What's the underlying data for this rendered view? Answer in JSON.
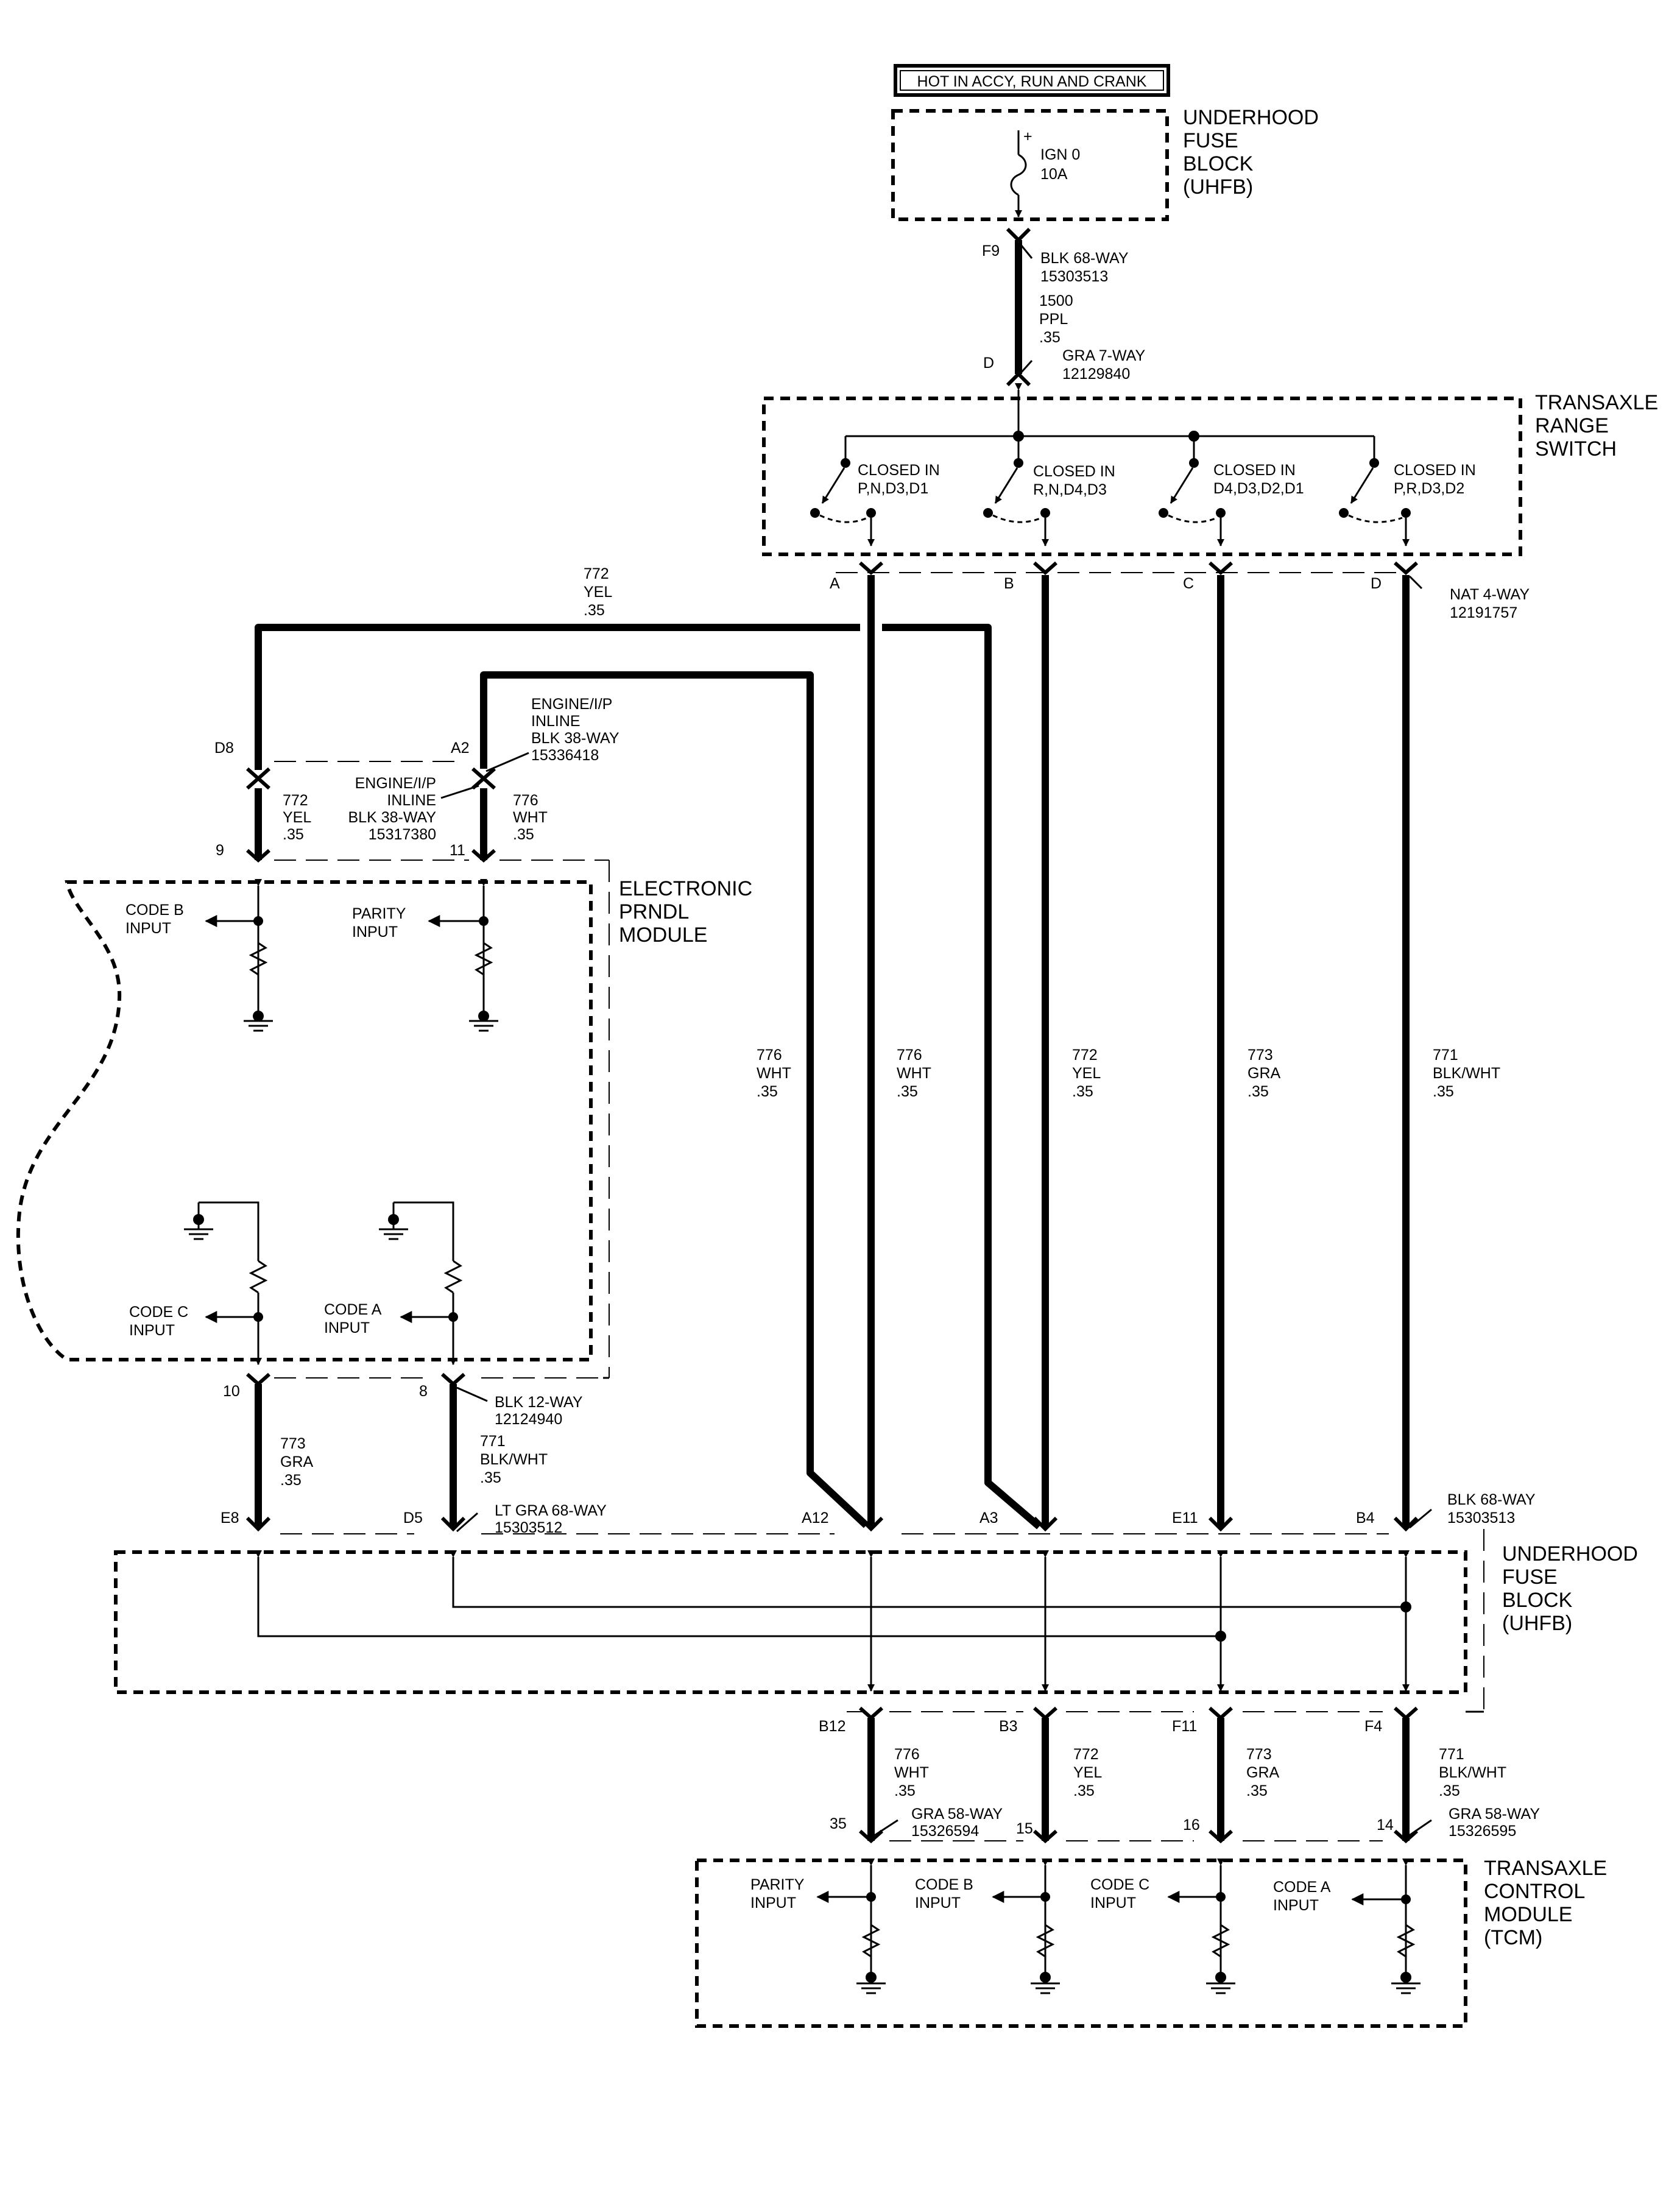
{
  "labels": {
    "hot_banner": "HOT IN ACCY, RUN AND CRANK",
    "uhfb_top": [
      "UNDERHOOD",
      "FUSE",
      "BLOCK",
      "(UHFB)"
    ],
    "fuse_name": "IGN 0",
    "fuse_rating": "10A",
    "fuse_plus": "+",
    "pin_f9": "F9",
    "conn_blk68_a": [
      "BLK 68-WAY",
      "15303513"
    ],
    "wire_1500": [
      "1500",
      "PPL",
      ".35"
    ],
    "pin_d_top": "D",
    "conn_gra7": [
      "GRA 7-WAY",
      "12129840"
    ],
    "trs_title": [
      "TRANSAXLE",
      "RANGE",
      "SWITCH"
    ],
    "sw1": [
      "CLOSED IN",
      "P,N,D3,D1"
    ],
    "sw2": [
      "CLOSED IN",
      "R,N,D4,D3"
    ],
    "sw3": [
      "CLOSED IN",
      "D4,D3,D2,D1"
    ],
    "sw4": [
      "CLOSED IN",
      "P,R,D3,D2"
    ],
    "trs_pin_a": "A",
    "trs_pin_b": "B",
    "trs_pin_c": "C",
    "trs_pin_d": "D",
    "conn_nat4": [
      "NAT 4-WAY",
      "12191757"
    ],
    "wire_772_top": [
      "772",
      "YEL",
      ".35"
    ],
    "pin_d8": "D8",
    "pin_a2": "A2",
    "inline_38_upper": [
      "ENGINE/I/P",
      "INLINE",
      "BLK 38-WAY",
      "15336418"
    ],
    "inline_38_lower": [
      "ENGINE/I/P",
      "INLINE",
      "BLK 38-WAY",
      "15317380"
    ],
    "wire_772_left": [
      "772",
      "YEL",
      ".35"
    ],
    "wire_776_left": [
      "776",
      "WHT",
      ".35"
    ],
    "pin_9": "9",
    "pin_11": "11",
    "prndl_title": [
      "ELECTRONIC",
      "PRNDL",
      "MODULE"
    ],
    "prndl_code_b": [
      "CODE B",
      "INPUT"
    ],
    "prndl_parity": [
      "PARITY",
      "INPUT"
    ],
    "prndl_code_c": [
      "CODE C",
      "INPUT"
    ],
    "prndl_code_a": [
      "CODE A",
      "INPUT"
    ],
    "pin_10": "10",
    "pin_8": "8",
    "conn_blk12": [
      "BLK 12-WAY",
      "12124940"
    ],
    "wire_773_left": [
      "773",
      "GRA",
      ".35"
    ],
    "wire_771_left": [
      "771",
      "BLK/WHT",
      ".35"
    ],
    "mid_776a": [
      "776",
      "WHT",
      ".35"
    ],
    "mid_776b": [
      "776",
      "WHT",
      ".35"
    ],
    "mid_772": [
      "772",
      "YEL",
      ".35"
    ],
    "mid_773": [
      "773",
      "GRA",
      ".35"
    ],
    "mid_771": [
      "771",
      "BLK/WHT",
      ".35"
    ],
    "pin_e8": "E8",
    "pin_d5": "D5",
    "conn_ltgra68": [
      "LT GRA 68-WAY",
      "15303512"
    ],
    "pin_a12": "A12",
    "pin_a3": "A3",
    "pin_e11": "E11",
    "pin_b4": "B4",
    "conn_blk68_b": [
      "BLK 68-WAY",
      "15303513"
    ],
    "uhfb_bottom": [
      "UNDERHOOD",
      "FUSE",
      "BLOCK",
      "(UHFB)"
    ],
    "pin_b12": "B12",
    "pin_b3": "B3",
    "pin_f11": "F11",
    "pin_f4": "F4",
    "low_776": [
      "776",
      "WHT",
      ".35"
    ],
    "low_772": [
      "772",
      "YEL",
      ".35"
    ],
    "low_773": [
      "773",
      "GRA",
      ".35"
    ],
    "low_771": [
      "771",
      "BLK/WHT",
      ".35"
    ],
    "pin_35": "35",
    "pin_15": "15",
    "pin_16": "16",
    "pin_14": "14",
    "conn_gra58_a": [
      "GRA 58-WAY",
      "15326594"
    ],
    "conn_gra58_b": [
      "GRA 58-WAY",
      "15326595"
    ],
    "tcm_title": [
      "TRANSAXLE",
      "CONTROL",
      "MODULE",
      "(TCM)"
    ],
    "tcm_parity": [
      "PARITY",
      "INPUT"
    ],
    "tcm_code_b": [
      "CODE B",
      "INPUT"
    ],
    "tcm_code_c": [
      "CODE C",
      "INPUT"
    ],
    "tcm_code_a": [
      "CODE A",
      "INPUT"
    ]
  }
}
